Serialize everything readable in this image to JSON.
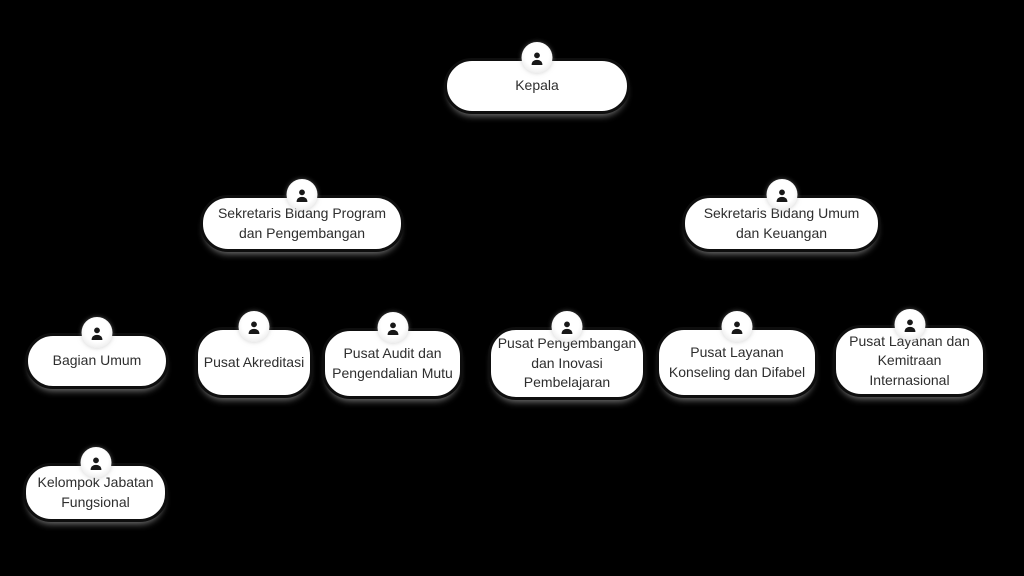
{
  "canvas": {
    "background_color": "#000000"
  },
  "node_style": {
    "fill_color": "#ffffff",
    "border_color": "#0e0e0e",
    "text_color": "#2e2e2e",
    "icon": "person-icon"
  },
  "org_chart": {
    "nodes": [
      {
        "id": "kepala",
        "level": 1,
        "label": [
          "Kepala"
        ]
      },
      {
        "id": "sekretaris-bidang-program",
        "level": 2,
        "label": [
          "Sekretaris Bidang Program",
          "dan Pengembangan"
        ]
      },
      {
        "id": "sekretaris-bidang-umum",
        "level": 2,
        "label": [
          "Sekretaris Bidang Umum",
          "dan Keuangan"
        ]
      },
      {
        "id": "bagian-umum",
        "level": 3,
        "label": [
          "Bagian Umum"
        ]
      },
      {
        "id": "pusat-akreditasi",
        "level": 3,
        "label": [
          "Pusat Akreditasi"
        ]
      },
      {
        "id": "pusat-audit",
        "level": 3,
        "label": [
          "Pusat Audit dan",
          "Pengendalian Mutu"
        ]
      },
      {
        "id": "pusat-pengembangan",
        "level": 3,
        "label": [
          "Pusat Pengembangan",
          "dan Inovasi",
          "Pembelajaran"
        ]
      },
      {
        "id": "pusat-layanan-konseling",
        "level": 3,
        "label": [
          "Pusat Layanan",
          "Konseling dan Difabel"
        ]
      },
      {
        "id": "pusat-layanan-kemitraan",
        "level": 3,
        "label": [
          "Pusat Layanan dan",
          "Kemitraan",
          "Internasional"
        ]
      },
      {
        "id": "kelompok-jabatan-fungsional",
        "level": 4,
        "label": [
          "Kelompok Jabatan",
          "Fungsional"
        ]
      }
    ]
  }
}
